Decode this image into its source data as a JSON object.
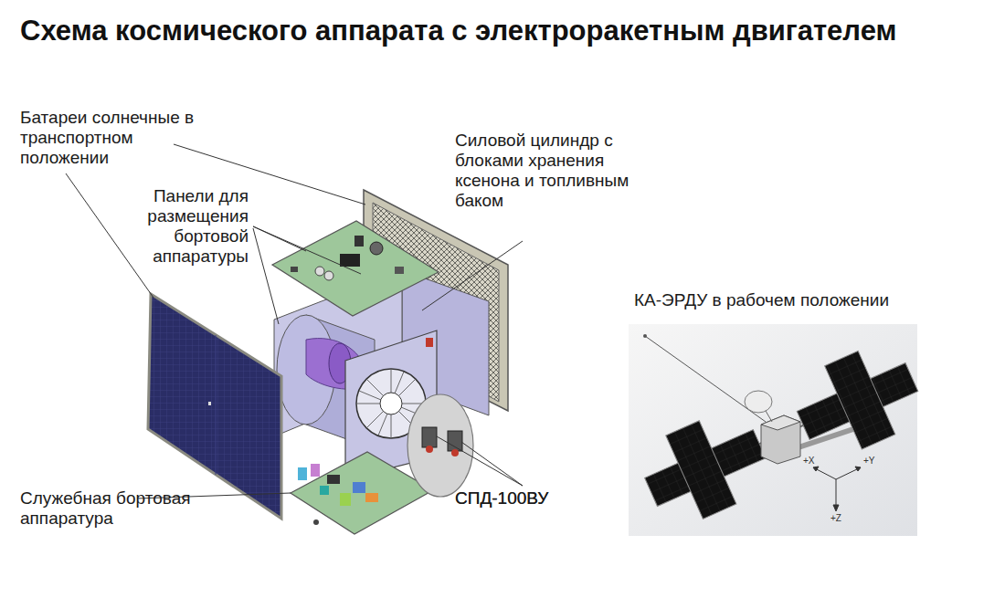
{
  "diagram": {
    "title": "Схема космического аппарата с электроракетным двигателем",
    "nodes": [
      {
        "text": [
          "КА-ЭРДУ в рабочем положении"
        ]
      }
    ],
    "labels": [
      "Батареи солнечные в транспортном положении",
      "Панели для размещения бортовой аппаратуры",
      "Силовой цилиндр с блоками хранения ксенона и топливным баком",
      "Служебная бортовая аппаратура",
      "СПД-100ВУ",
      "СПД-100ВУ",
      "+X",
      "+Y",
      "+Z"
    ]
  }
}
